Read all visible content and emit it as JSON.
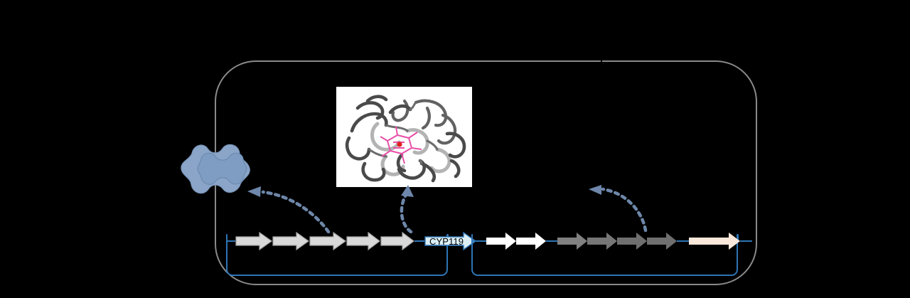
{
  "figure": {
    "kind": "biosynthetic-pathway-heterologous-expression-diagram",
    "background_color": "#000000"
  },
  "host": {
    "outline_color": "#8a8a8a",
    "outline_shape": "rounded-rectangle"
  },
  "cell": {
    "name": "host-cell-blob",
    "fill_outer": "#8aa5c8",
    "fill_inner": "#7f9dc2",
    "stroke": "#6e8cb0"
  },
  "protein_structure": {
    "name": "cytochrome-p450-ribbon-structure",
    "panel_background": "#ffffff",
    "ribbon_color": "#555555",
    "cofactor_color": "#e84fa8",
    "metal_center_color": "#e02020"
  },
  "plasmids": [
    {
      "id": "plasmid-left",
      "backbone_color": "#2e75b6",
      "genes": [
        {
          "id": "gene-l1",
          "label": "",
          "fill": "#d9d9d9",
          "stroke": "#a6a6a6",
          "width": 52
        },
        {
          "id": "gene-l2",
          "label": "",
          "fill": "#d9d9d9",
          "stroke": "#a6a6a6",
          "width": 52
        },
        {
          "id": "gene-l3",
          "label": "",
          "fill": "#d9d9d9",
          "stroke": "#a6a6a6",
          "width": 52
        },
        {
          "id": "gene-l4",
          "label": "",
          "fill": "#d9d9d9",
          "stroke": "#a6a6a6",
          "width": 48
        },
        {
          "id": "gene-l5",
          "label": "",
          "fill": "#d9d9d9",
          "stroke": "#a6a6a6",
          "width": 48
        },
        {
          "id": "gene-cyp119",
          "label": "CYP119",
          "fill": "#dbeef5",
          "stroke": "#2e75b6",
          "width": 73
        }
      ]
    },
    {
      "id": "plasmid-right",
      "backbone_color": "#2e75b6",
      "genes": [
        {
          "id": "gene-r1",
          "label": "",
          "fill": "#ffffff",
          "stroke": "#ffffff",
          "width": 42
        },
        {
          "id": "gene-r2",
          "label": "",
          "fill": "#ffffff",
          "stroke": "#ffffff",
          "width": 42
        },
        {
          "id": "gene-r3",
          "label": "",
          "fill": "#808080",
          "stroke": "#808080",
          "width": 42
        },
        {
          "id": "gene-r4",
          "label": "",
          "fill": "#767676",
          "stroke": "#767676",
          "width": 42
        },
        {
          "id": "gene-r5",
          "label": "",
          "fill": "#6f6f6f",
          "stroke": "#6f6f6f",
          "width": 42
        },
        {
          "id": "gene-r6",
          "label": "",
          "fill": "#6f6f6f",
          "stroke": "#6f6f6f",
          "width": 42
        },
        {
          "id": "gene-r7",
          "label": "",
          "fill": "#fae8da",
          "stroke": "#fae8da",
          "width": 72
        }
      ]
    }
  ],
  "expression_arrows": [
    {
      "id": "arrow-cyp119-to-protein",
      "style": "dashed-curved",
      "color": "#6e87aa",
      "points_to": "protein-structure"
    },
    {
      "id": "arrow-plasmid-to-cell",
      "style": "dashed-curved",
      "color": "#6e87aa",
      "points_to": "host-cell-blob"
    },
    {
      "id": "arrow-right-cluster-product",
      "style": "dashed-curved",
      "color": "#6e87aa",
      "points_to": "upper-left"
    }
  ]
}
